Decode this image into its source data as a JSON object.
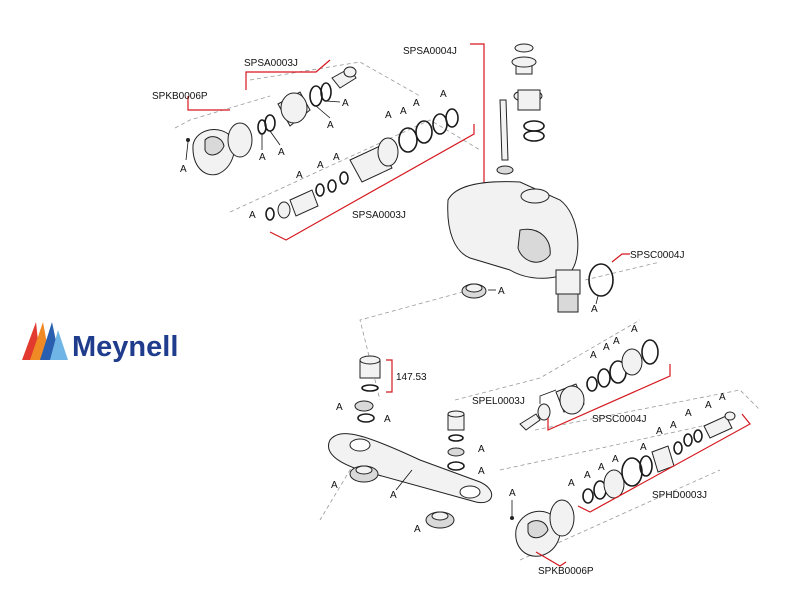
{
  "brand": {
    "name": "Meynell",
    "colors": {
      "text": "#1f3d8c",
      "red": "#e23a2e",
      "orange": "#f08a24",
      "blue": "#2a5fb0",
      "light_blue": "#6fb6e6"
    }
  },
  "part_labels": {
    "handle_top": "SPKB0006P",
    "cartridge_top": "SPSA0003J",
    "spindle_top": "SPSA0004J",
    "cartridge_top_lower": "SPSA0003J",
    "washer_right": "SPSC0004J",
    "kit_147": "147.53",
    "elbow": "SPEL0003J",
    "seat_right": "SPSC0004J",
    "diverter": "SPHD0003J",
    "handle_bottom": "SPKB0006P"
  },
  "callout_letter": "A"
}
